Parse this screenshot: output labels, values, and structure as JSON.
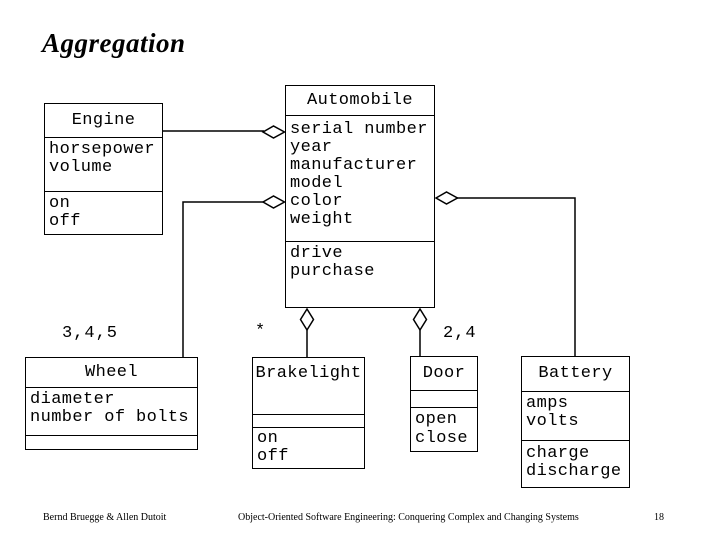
{
  "slide": {
    "title": "Aggregation"
  },
  "colors": {
    "ink": "#000000",
    "background": "#ffffff"
  },
  "diagram": {
    "type": "uml-class-diagram",
    "classes": {
      "automobile": {
        "name": "Automobile",
        "attributes": [
          "serial number",
          "year",
          "manufacturer",
          "model",
          "color",
          "weight"
        ],
        "operations": [
          "drive",
          "purchase"
        ]
      },
      "engine": {
        "name": "Engine",
        "attributes": [
          "horsepower",
          "volume"
        ],
        "operations": [
          "on",
          "off"
        ]
      },
      "wheel": {
        "name": "Wheel",
        "attributes": [
          "diameter",
          "number of bolts"
        ],
        "operations": []
      },
      "brakelight": {
        "name": "Brakelight",
        "attributes": [],
        "operations": [
          "on",
          "off"
        ]
      },
      "door": {
        "name": "Door",
        "attributes": [],
        "operations": [
          "open",
          "close"
        ]
      },
      "battery": {
        "name": "Battery",
        "attributes": [
          "amps",
          "volts"
        ],
        "operations": [
          "charge",
          "discharge"
        ]
      }
    },
    "multiplicities": {
      "wheel": "3,4,5",
      "brakelight": "*",
      "door": "2,4"
    },
    "relationships": [
      {
        "whole": "Automobile",
        "part": "Engine",
        "kind": "aggregation"
      },
      {
        "whole": "Automobile",
        "part": "Wheel",
        "kind": "aggregation",
        "multiplicity": "3,4,5"
      },
      {
        "whole": "Automobile",
        "part": "Brakelight",
        "kind": "aggregation",
        "multiplicity": "*"
      },
      {
        "whole": "Automobile",
        "part": "Door",
        "kind": "aggregation",
        "multiplicity": "2,4"
      },
      {
        "whole": "Automobile",
        "part": "Battery",
        "kind": "aggregation"
      }
    ]
  },
  "footer": {
    "authors": "Bernd Bruegge & Allen Dutoit",
    "book": "Object-Oriented Software Engineering: Conquering Complex and Changing Systems",
    "page": "18"
  }
}
